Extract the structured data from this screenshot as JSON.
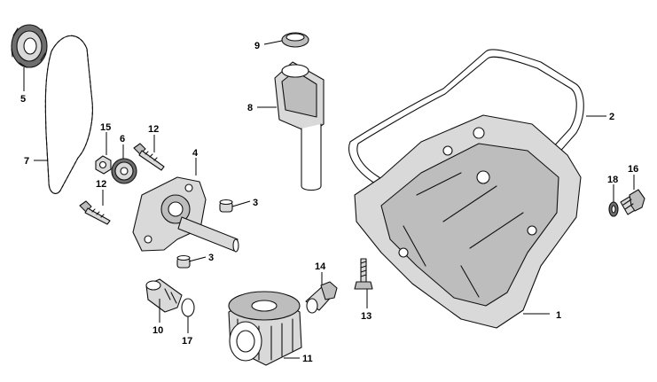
{
  "parts": [
    {
      "id": "1",
      "label": "1"
    },
    {
      "id": "2",
      "label": "2"
    },
    {
      "id": "3a",
      "label": "3"
    },
    {
      "id": "3b",
      "label": "3"
    },
    {
      "id": "4",
      "label": "4"
    },
    {
      "id": "5",
      "label": "5"
    },
    {
      "id": "6",
      "label": "6"
    },
    {
      "id": "7",
      "label": "7"
    },
    {
      "id": "8",
      "label": "8"
    },
    {
      "id": "9",
      "label": "9"
    },
    {
      "id": "10",
      "label": "10"
    },
    {
      "id": "11",
      "label": "11"
    },
    {
      "id": "12a",
      "label": "12"
    },
    {
      "id": "12b",
      "label": "12"
    },
    {
      "id": "13",
      "label": "13"
    },
    {
      "id": "14",
      "label": "14"
    },
    {
      "id": "15",
      "label": "15"
    },
    {
      "id": "16",
      "label": "16"
    },
    {
      "id": "17",
      "label": "17"
    },
    {
      "id": "18",
      "label": "18"
    }
  ]
}
